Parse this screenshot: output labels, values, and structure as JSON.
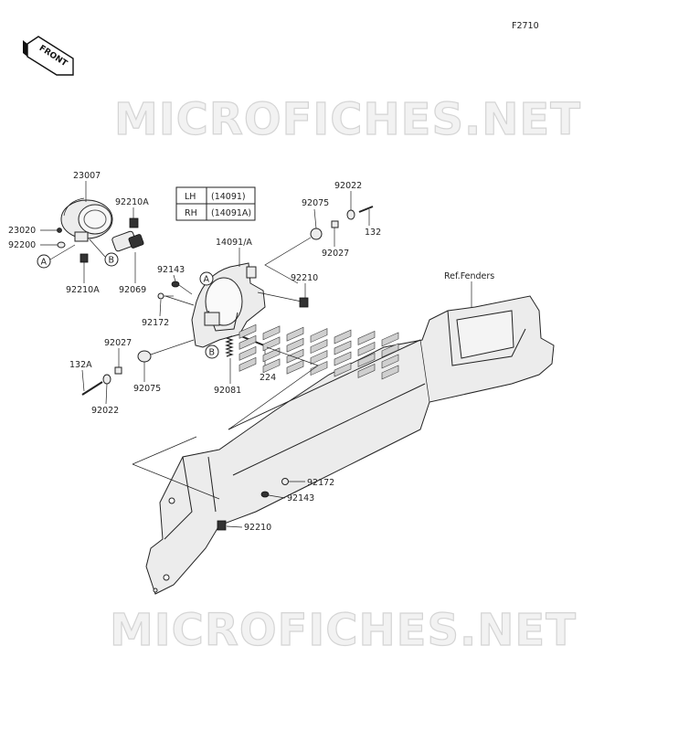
{
  "figure_code": "F2710",
  "front_label": "FRONT",
  "watermark": "MICROFICHES.NET",
  "ref_label": "Ref.Fenders",
  "variant_table": [
    {
      "side": "LH",
      "part": "(14091)"
    },
    {
      "side": "RH",
      "part": "(14091A)"
    }
  ],
  "callouts": {
    "A": "A",
    "B": "B"
  },
  "parts": {
    "p23007": "23007",
    "p92210A_top": "92210A",
    "p23020": "23020",
    "p92200": "92200",
    "p92210A_bot": "92210A",
    "p92069": "92069",
    "p14091A": "14091/A",
    "p92143_top": "92143",
    "p92172_top": "92172",
    "p92075_top": "92075",
    "p92022_top": "92022",
    "p92027_top": "92027",
    "p132": "132",
    "p92210_mid": "92210",
    "p92027_left": "92027",
    "p132A": "132A",
    "p92075_left": "92075",
    "p92022_left": "92022",
    "p92081": "92081",
    "p224": "224",
    "p92172_bot": "92172",
    "p92143_bot": "92143",
    "p92210_bot": "92210"
  }
}
